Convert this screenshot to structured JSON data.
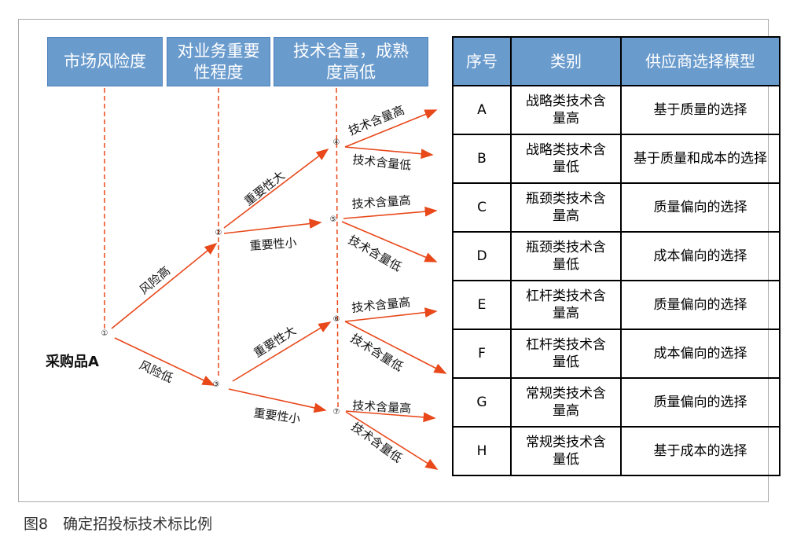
{
  "headers": [
    "市场风险度",
    "对业务重要性程度",
    "技术含量，成熟度高低"
  ],
  "root": "采购品A",
  "nodes": [
    "①",
    "②",
    "③",
    "④",
    "⑤",
    "⑥",
    "⑦"
  ],
  "edges": {
    "risk_high": "风险高",
    "risk_low": "风险低",
    "imp_big": "重要性大",
    "imp_small": "重要性小",
    "tech_high": "技术含量高",
    "tech_low": "技术含量低"
  },
  "table": {
    "headers": [
      "序号",
      "类别",
      "供应商选择模型"
    ],
    "rows": [
      [
        "A",
        "战略类技术含量高",
        "基于质量的选择"
      ],
      [
        "B",
        "战略类技术含量低",
        "基于质量和成本的选择"
      ],
      [
        "C",
        "瓶颈类技术含量高",
        "质量偏向的选择"
      ],
      [
        "D",
        "瓶颈类技术含量低",
        "成本偏向的选择"
      ],
      [
        "E",
        "杠杆类技术含量高",
        "质量偏向的选择"
      ],
      [
        "F",
        "杠杆类技术含量低",
        "成本偏向的选择"
      ],
      [
        "G",
        "常规类技术含量高",
        "质量偏向的选择"
      ],
      [
        "H",
        "常规类技术含量低",
        "基于成本的选择"
      ]
    ]
  },
  "caption": "图8　确定招投标技术标比例",
  "colors": {
    "header": "#6a9bcd",
    "arrow": "#e8481a"
  }
}
